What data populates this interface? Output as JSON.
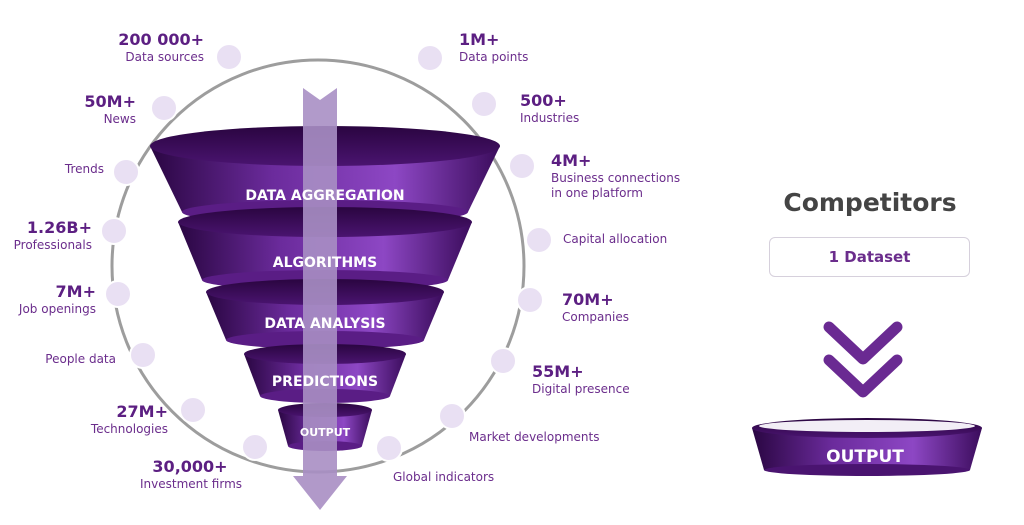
{
  "funnel": {
    "layers": [
      {
        "label": "DATA AGGREGATION"
      },
      {
        "label": "ALGORITHMS"
      },
      {
        "label": "DATA ANALYSIS"
      },
      {
        "label": "PREDICTIONS"
      },
      {
        "label": "OUTPUT"
      }
    ]
  },
  "sources": {
    "left": [
      {
        "value": "200 000+",
        "caption": "Data sources"
      },
      {
        "value": "50M+",
        "caption": "News"
      },
      {
        "value": "",
        "caption": "Trends"
      },
      {
        "value": "1.26B+",
        "caption": "Professionals"
      },
      {
        "value": "7M+",
        "caption": "Job openings"
      },
      {
        "value": "",
        "caption": "People data"
      },
      {
        "value": "27M+",
        "caption": "Technologies"
      },
      {
        "value": "30,000+",
        "caption": "Investment firms"
      }
    ],
    "right": [
      {
        "value": "1M+",
        "caption": "Data points"
      },
      {
        "value": "500+",
        "caption": "Industries"
      },
      {
        "value": "4M+",
        "caption": "Business connections",
        "caption2": "in one platform"
      },
      {
        "value": "",
        "caption": "Capital allocation"
      },
      {
        "value": "70M+",
        "caption": "Companies"
      },
      {
        "value": "55M+",
        "caption": "Digital presence"
      },
      {
        "value": "",
        "caption": "Market developments"
      },
      {
        "value": "",
        "caption": "Global indicators"
      }
    ]
  },
  "competitors": {
    "title": "Competitors",
    "dataset_label": "1 Dataset",
    "output_label": "OUTPUT"
  },
  "colors": {
    "purple_dark": "#3d0b5e",
    "purple": "#6a2a92",
    "arrow": "#a98fc4",
    "node": "#e9e0f3",
    "ring": "#9a9a9a"
  }
}
